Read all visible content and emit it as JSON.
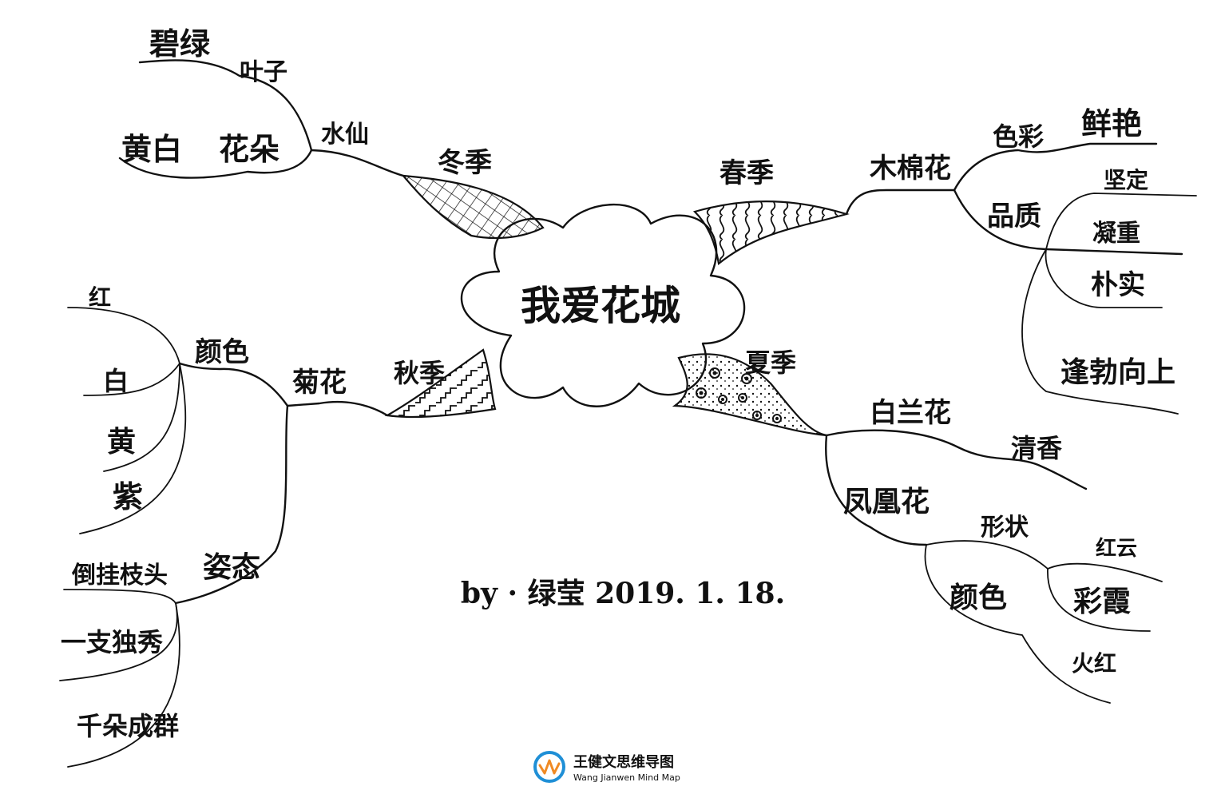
{
  "center": {
    "title": "我爱花城"
  },
  "branches": {
    "winter": {
      "season": "冬季",
      "flower": "水仙",
      "attributes": [
        {
          "label": "叶子",
          "values": [
            "碧绿"
          ]
        },
        {
          "label": "花朵",
          "values": [
            "黄白"
          ]
        }
      ]
    },
    "spring": {
      "season": "春季",
      "flower": "木棉花",
      "attributes": [
        {
          "label": "色彩",
          "values": [
            "鲜艳"
          ]
        },
        {
          "label": "品质",
          "values": [
            "坚定",
            "凝重",
            "朴实",
            "逢勃向上"
          ]
        }
      ]
    },
    "autumn": {
      "season": "秋季",
      "flower": "菊花",
      "attributes": [
        {
          "label": "颜色",
          "values": [
            "红",
            "白",
            "黄",
            "紫"
          ]
        },
        {
          "label": "姿态",
          "values": [
            "倒挂枝头",
            "一支独秀",
            "千朵成群"
          ]
        }
      ]
    },
    "summer": {
      "season": "夏季",
      "flowers": [
        {
          "flower": "白兰花",
          "values": [
            "清香"
          ]
        },
        {
          "flower": "凤凰花",
          "attributes": [
            {
              "label": "形状",
              "values": [
                "红云",
                "彩霞"
              ]
            },
            {
              "label": "颜色",
              "values": [
                "火红"
              ]
            }
          ]
        }
      ]
    }
  },
  "signature": {
    "text": "by · 绿莹  2019. 1. 18."
  },
  "watermark": {
    "brand_cn": "王健文思维导图",
    "brand_en": "Wang Jianwen Mind Map",
    "accent": "#1f8fd6",
    "accent2": "#f08a24"
  }
}
